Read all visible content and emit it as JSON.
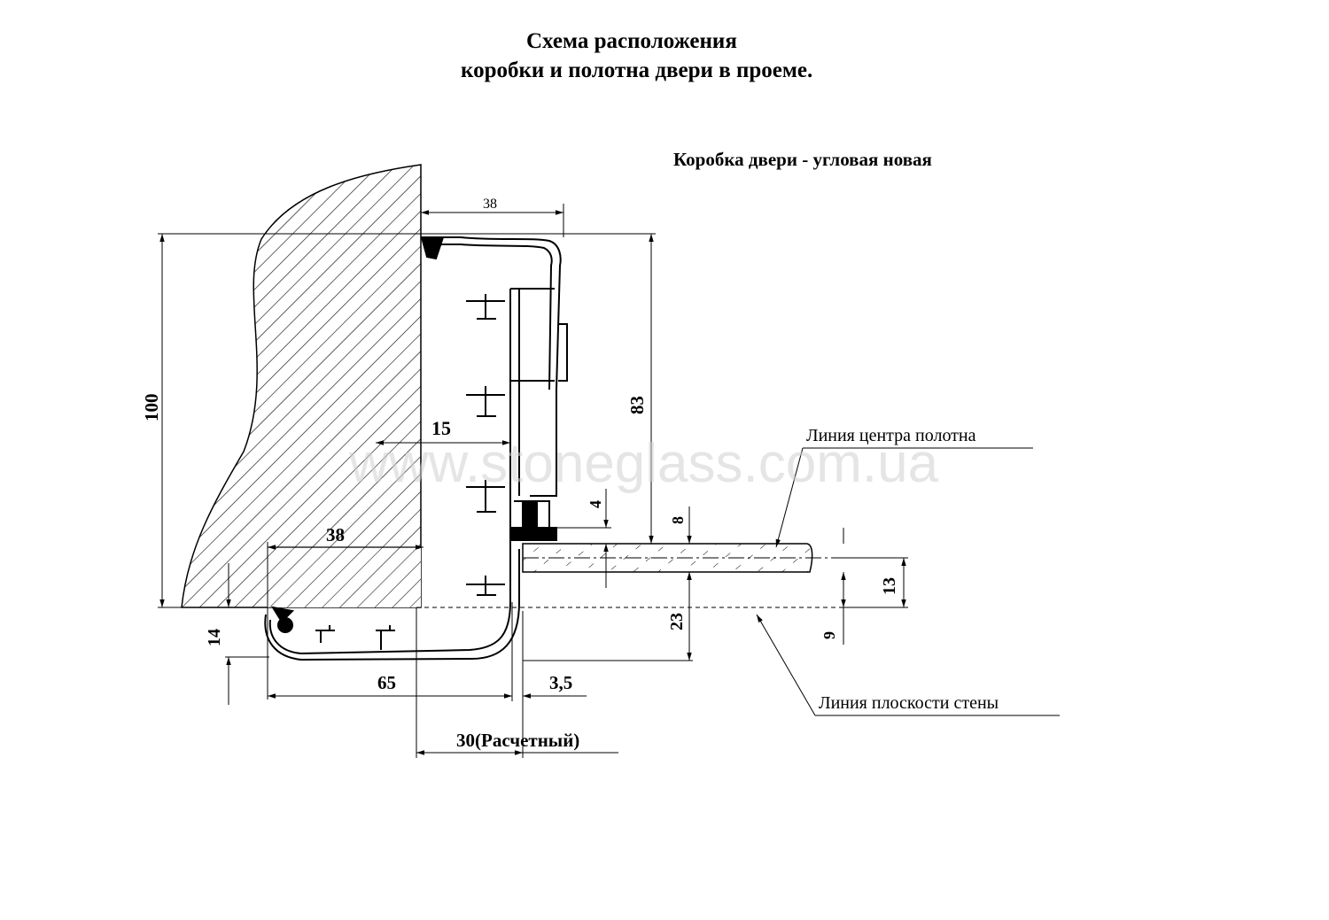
{
  "title": {
    "line1": "Схема расположения",
    "line2": "коробки и полотна двери в проеме."
  },
  "subtitle": "Коробка двери -  угловая новая",
  "watermark": "www.stoneglass.com.ua",
  "labels": {
    "leaf_center_line": "Линия центра полотна",
    "wall_plane_line": "Линия плоскости стены"
  },
  "dimensions": {
    "d38_top": "38",
    "d100": "100",
    "d83": "83",
    "d15": "15",
    "d4": "4",
    "d8": "8",
    "d38_left": "38",
    "d13": "13",
    "d9": "9",
    "d14": "14",
    "d23": "23",
    "d65": "65",
    "d3_5": "3,5",
    "d30": "30(Расчетный)"
  },
  "colors": {
    "ink": "#000000",
    "watermark": "#d0d0d0"
  }
}
